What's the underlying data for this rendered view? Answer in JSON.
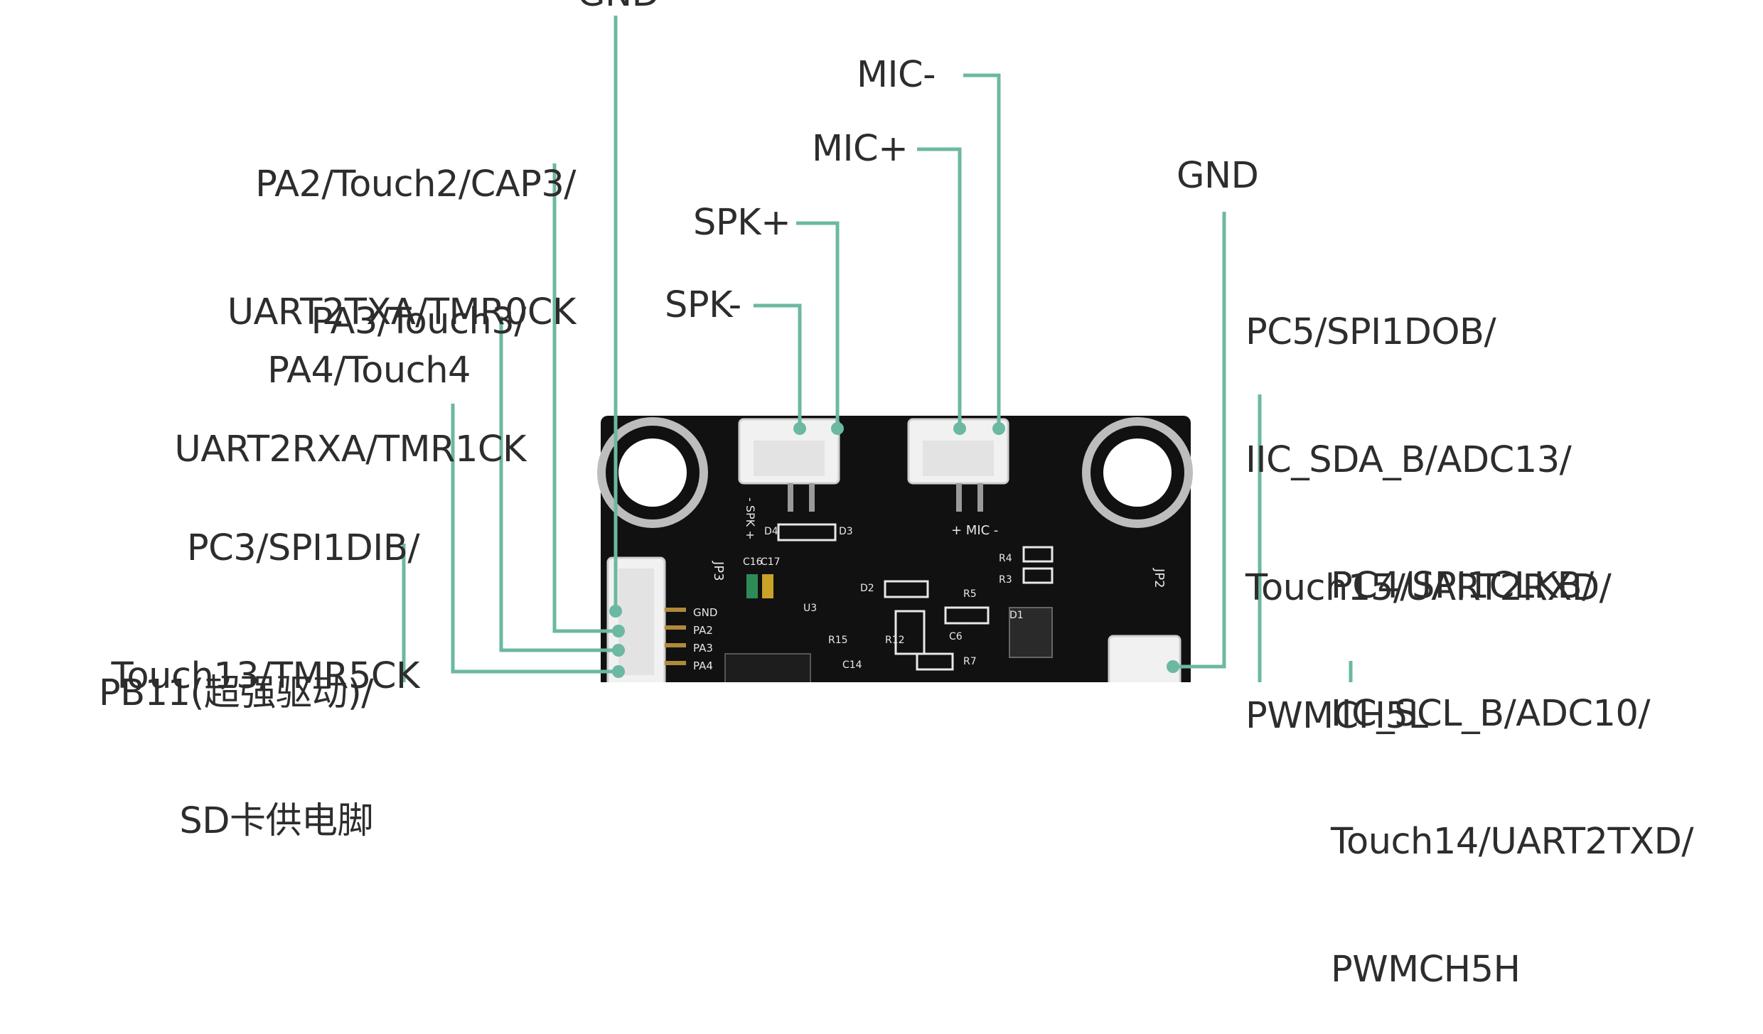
{
  "labels": {
    "gnd_top": "GND",
    "pa2": [
      "PA2/Touch2/CAP3/",
      "UART2TXA/TMR0CK"
    ],
    "pa3": [
      "PA3/Touch3/",
      "UART2RXA/TMR1CK"
    ],
    "pa4": "PA4/Touch4",
    "pc3": [
      "PC3/SPI1DIB/",
      "Touch13/TMR5CK"
    ],
    "pb11": [
      "PB11(超强驱动)/",
      "SD卡供电脚"
    ],
    "mic_minus": "MIC-",
    "mic_plus": "MIC+",
    "spk_plus": "SPK+",
    "spk_minus": "SPK-",
    "gnd_right": "GND",
    "pc5": [
      "PC5/SPI1DOB/",
      "IIC_SDA_B/ADC13/",
      "Touch15/UART2RXD/",
      "PWMCH5L"
    ],
    "pc4": [
      "PC4/SPI1CLKB/",
      "IIC_SCL_B/ADC10/",
      "Touch14/UART2TXD/",
      "PWMCH5H"
    ]
  },
  "pcb_silkscreen": {
    "jp3": "JP3",
    "jp2": "JP2",
    "connector_pins": [
      "GND",
      "PA2",
      "PA3",
      "PA4"
    ],
    "spk_label": "- SPK +",
    "mic_label": "+ MIC -",
    "components": [
      "C16",
      "C17",
      "D4",
      "D3",
      "D2",
      "D1",
      "U3",
      "R5",
      "R4",
      "R3",
      "R15",
      "R12",
      "R7",
      "C14",
      "C6"
    ]
  },
  "colors": {
    "leader": "#6cb8a2",
    "board": "#111111",
    "text": "#2d2d2d",
    "silk": "#e8e8e8"
  }
}
